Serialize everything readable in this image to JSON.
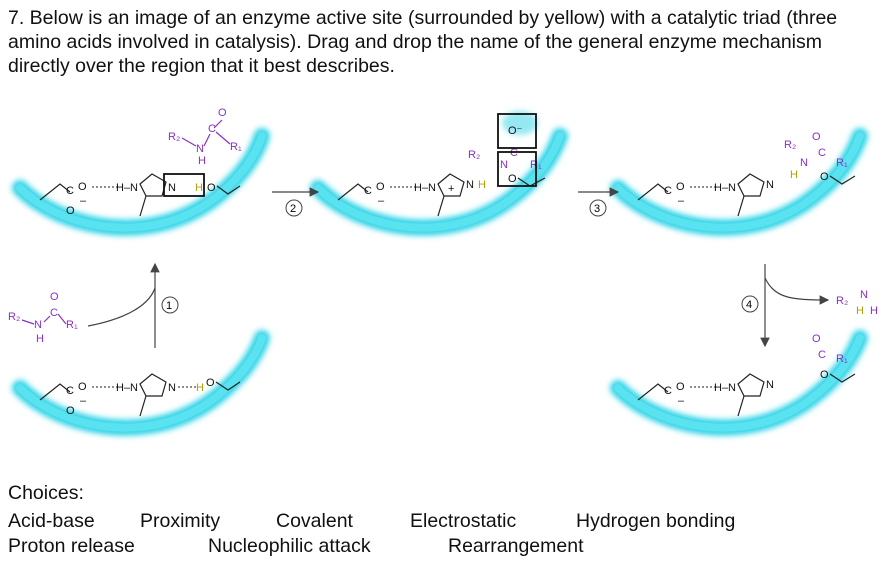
{
  "question": {
    "text": "7. Below is an image of an enzyme active site (surrounded by yellow) with a catalytic triad (three amino acids involved in catalysis). Drag and drop the name of the general enzyme mechanism directly over the region that it best describes."
  },
  "diagram": {
    "steps": [
      "1",
      "2",
      "3",
      "4"
    ],
    "atoms": {
      "o": "O",
      "o_minus": "O⁻",
      "n": "N",
      "h": "H",
      "c": "C",
      "r1": "R₁",
      "r2": "R₂",
      "minus": "–",
      "plus": "+",
      "hn": "H–N"
    },
    "colors": {
      "enzyme": "#2ed3e6",
      "substrate": "#8a2fc9",
      "proton": "#b5a000",
      "text": "#111111"
    }
  },
  "choices": {
    "title": "Choices:",
    "items": [
      "Acid-base",
      "Proximity",
      "Covalent",
      "Electrostatic",
      "Hydrogen bonding",
      "Proton release",
      "Nucleophilic attack",
      "Rearrangement"
    ]
  }
}
